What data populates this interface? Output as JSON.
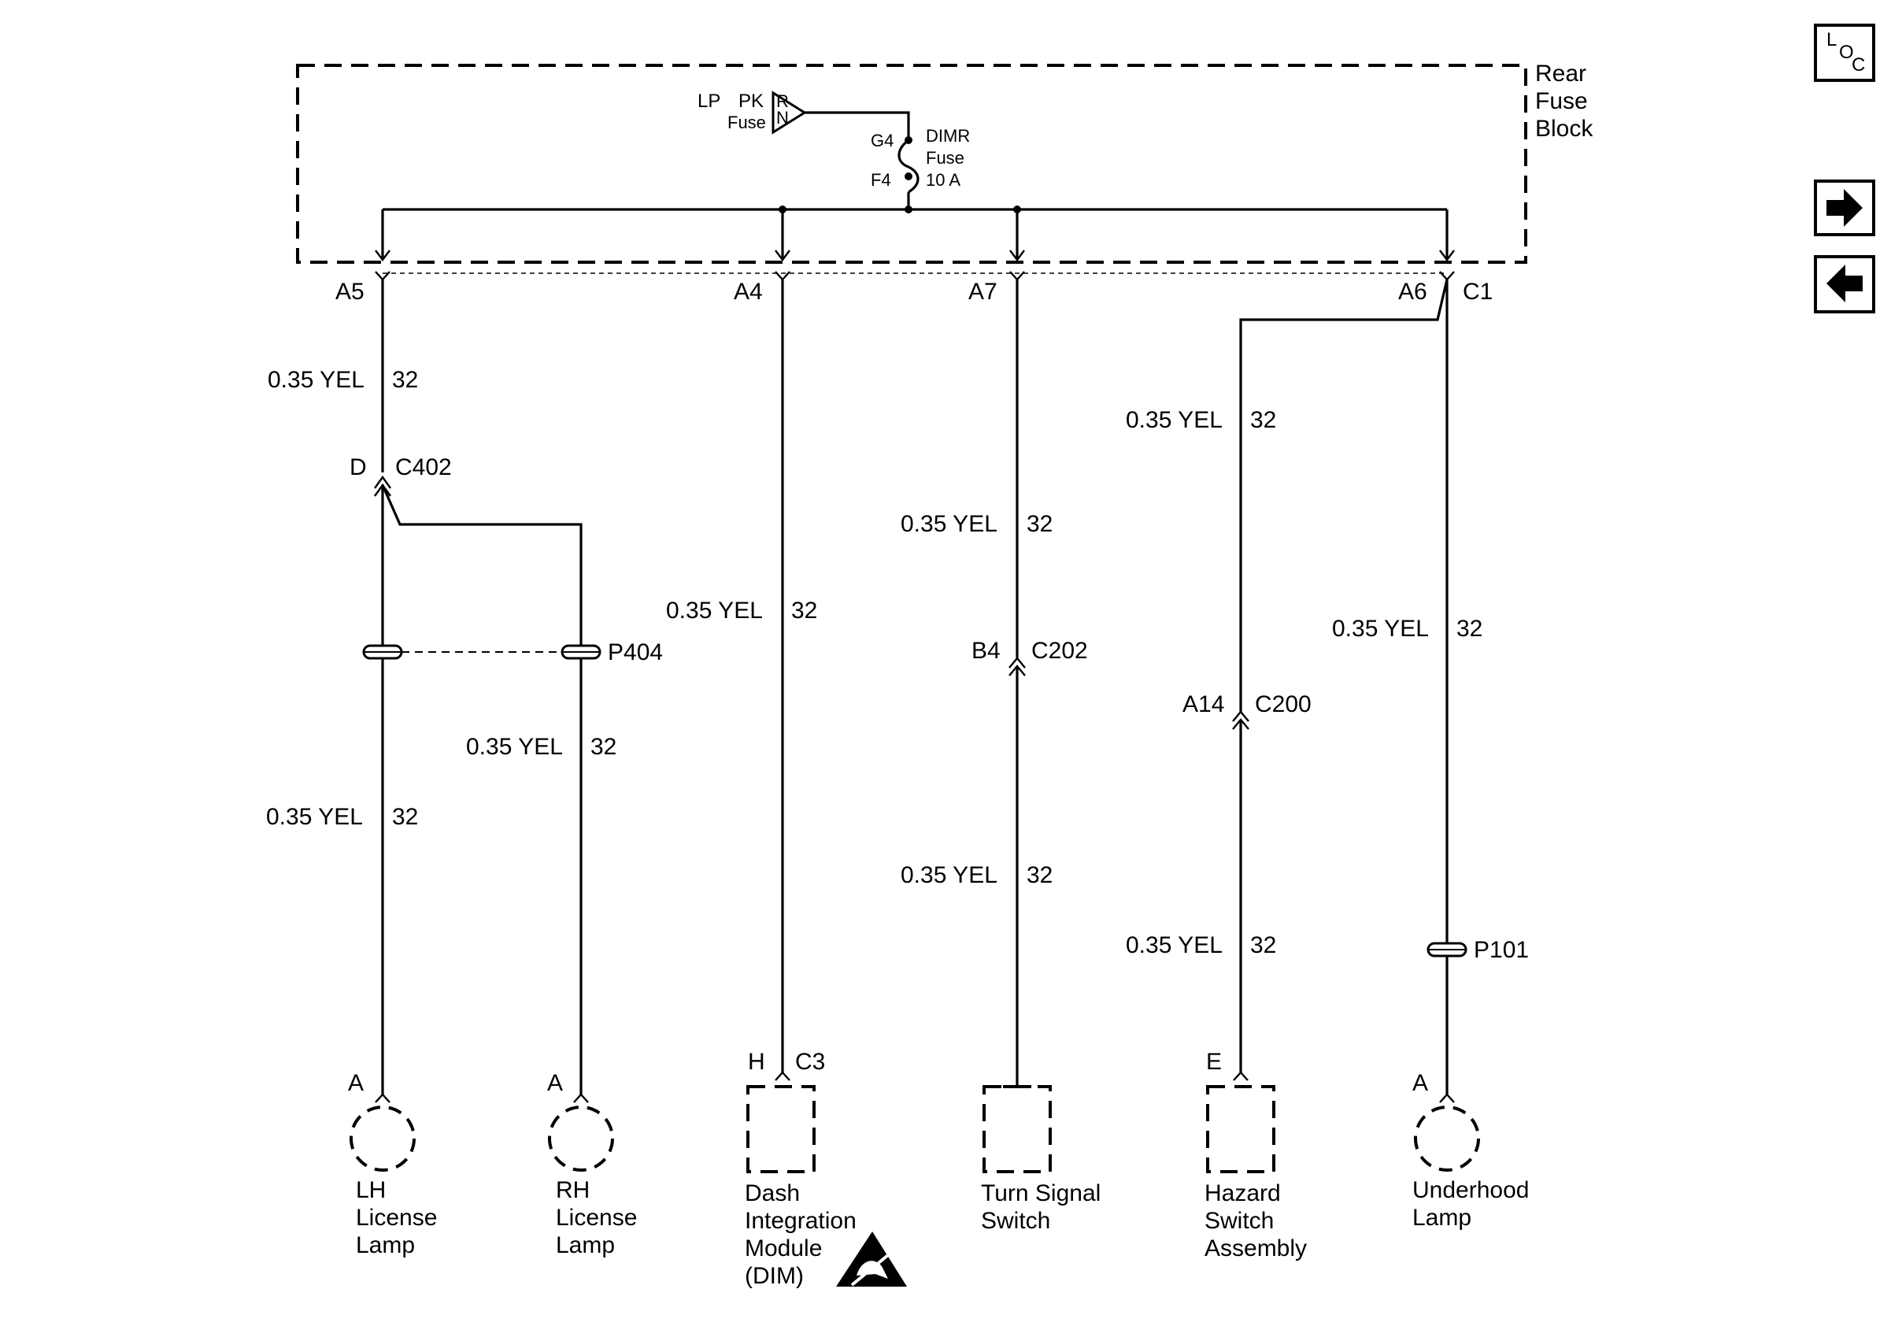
{
  "fuse_block": {
    "label_lines": [
      "Rear",
      "Fuse",
      "Block"
    ],
    "lp_label": "LP",
    "pk_label": "PK",
    "fuse_label": "Fuse",
    "fuse_letters": [
      "R",
      "N"
    ],
    "dimr_top_terminal": "G4",
    "dimr_bottom_terminal": "F4",
    "dimr_lines": [
      "DIMR",
      "Fuse",
      "10 A"
    ]
  },
  "terminals": {
    "a5": "A5",
    "a4": "A4",
    "a7": "A7",
    "a6": "A6",
    "c1": "C1"
  },
  "wire_label": "0.35 YEL",
  "circuit": "32",
  "connectors": {
    "c402_pin": "D",
    "c402": "C402",
    "p404": "P404",
    "c202_pin": "B4",
    "c202": "C202",
    "c200_pin": "A14",
    "c200": "C200",
    "p101": "P101"
  },
  "components": {
    "lh": {
      "pin": "A",
      "lines": [
        "LH",
        "License",
        "Lamp"
      ]
    },
    "rh": {
      "pin": "A",
      "lines": [
        "RH",
        "License",
        "Lamp"
      ]
    },
    "dim": {
      "pin": "H",
      "conn": "C3",
      "lines": [
        "Dash",
        "Integration",
        "Module",
        "(DIM)"
      ]
    },
    "turn": {
      "lines": [
        "Turn Signal",
        "Switch"
      ]
    },
    "hazard": {
      "pin": "E",
      "lines": [
        "Hazard",
        "Switch",
        "Assembly"
      ]
    },
    "underhood": {
      "pin": "A",
      "lines": [
        "Underhood",
        "Lamp"
      ]
    }
  },
  "nav": {
    "loc_letters": [
      "L",
      "O",
      "C"
    ],
    "forward_icon": "arrow-right-icon",
    "back_icon": "arrow-left-icon"
  }
}
